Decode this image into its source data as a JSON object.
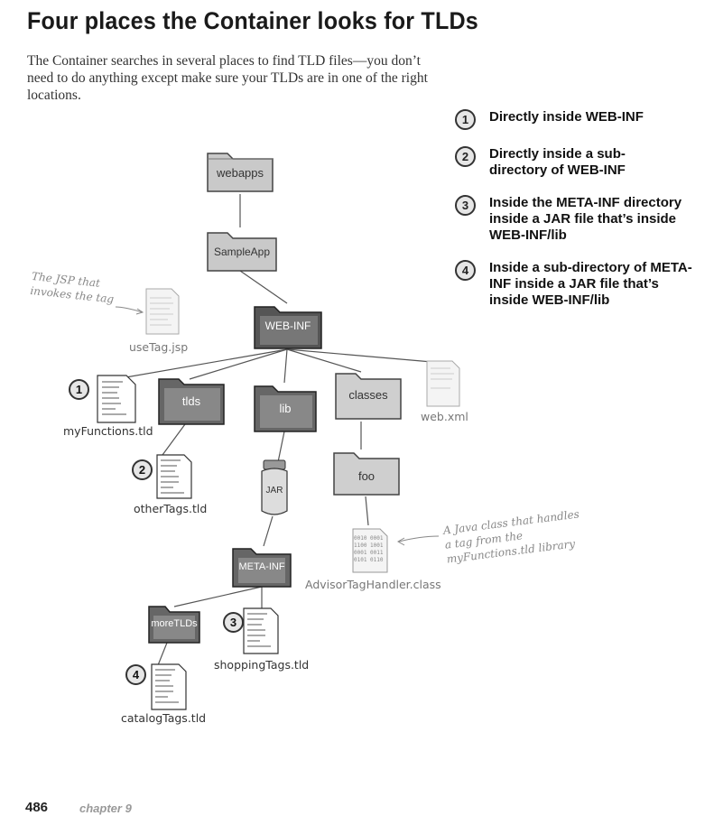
{
  "page": {
    "title": "Four places the Container looks for TLDs",
    "intro": "The Container searches in several places to find TLD files—you don’t need to do anything except make sure your TLDs are in one of the right locations.",
    "page_number": "486",
    "chapter": "chapter 9"
  },
  "locations": [
    {
      "num": "1",
      "text": "Directly inside WEB-INF"
    },
    {
      "num": "2",
      "text": "Directly inside a sub-directory of WEB-INF"
    },
    {
      "num": "3",
      "text": "Inside the META-INF directory inside a JAR file that’s inside WEB-INF/lib"
    },
    {
      "num": "4",
      "text": "Inside a sub-directory of META-INF inside a JAR file that’s inside WEB-INF/lib"
    }
  ],
  "diagram": {
    "folders": {
      "webapps": "webapps",
      "sampleapp": "SampleApp",
      "webinf": "WEB-INF",
      "tlds": "tlds",
      "lib": "lib",
      "classes": "classes",
      "foo": "foo",
      "metainf": "META-INF",
      "moretlds": "moreTLDs"
    },
    "jar_label": "JAR",
    "files": {
      "usetag": "useTag.jsp",
      "webxml": "web.xml",
      "myfunctions": "myFunctions.tld",
      "othertags": "otherTags.tld",
      "advisor": "AdvisorTagHandler.class",
      "shoppingtags": "shoppingTags.tld",
      "catalogtags": "catalogTags.tld"
    },
    "markers": {
      "m1": "1",
      "m2": "2",
      "m3": "3",
      "m4": "4"
    },
    "annotations": {
      "jsp_note": "The JSP that invokes the tag",
      "class_note": "A Java class that handles a tag from the myFunctions.tld library"
    },
    "binary_lines": [
      "0010 0001",
      "1100 1001",
      "0001 0011",
      "0101 0110"
    ]
  }
}
